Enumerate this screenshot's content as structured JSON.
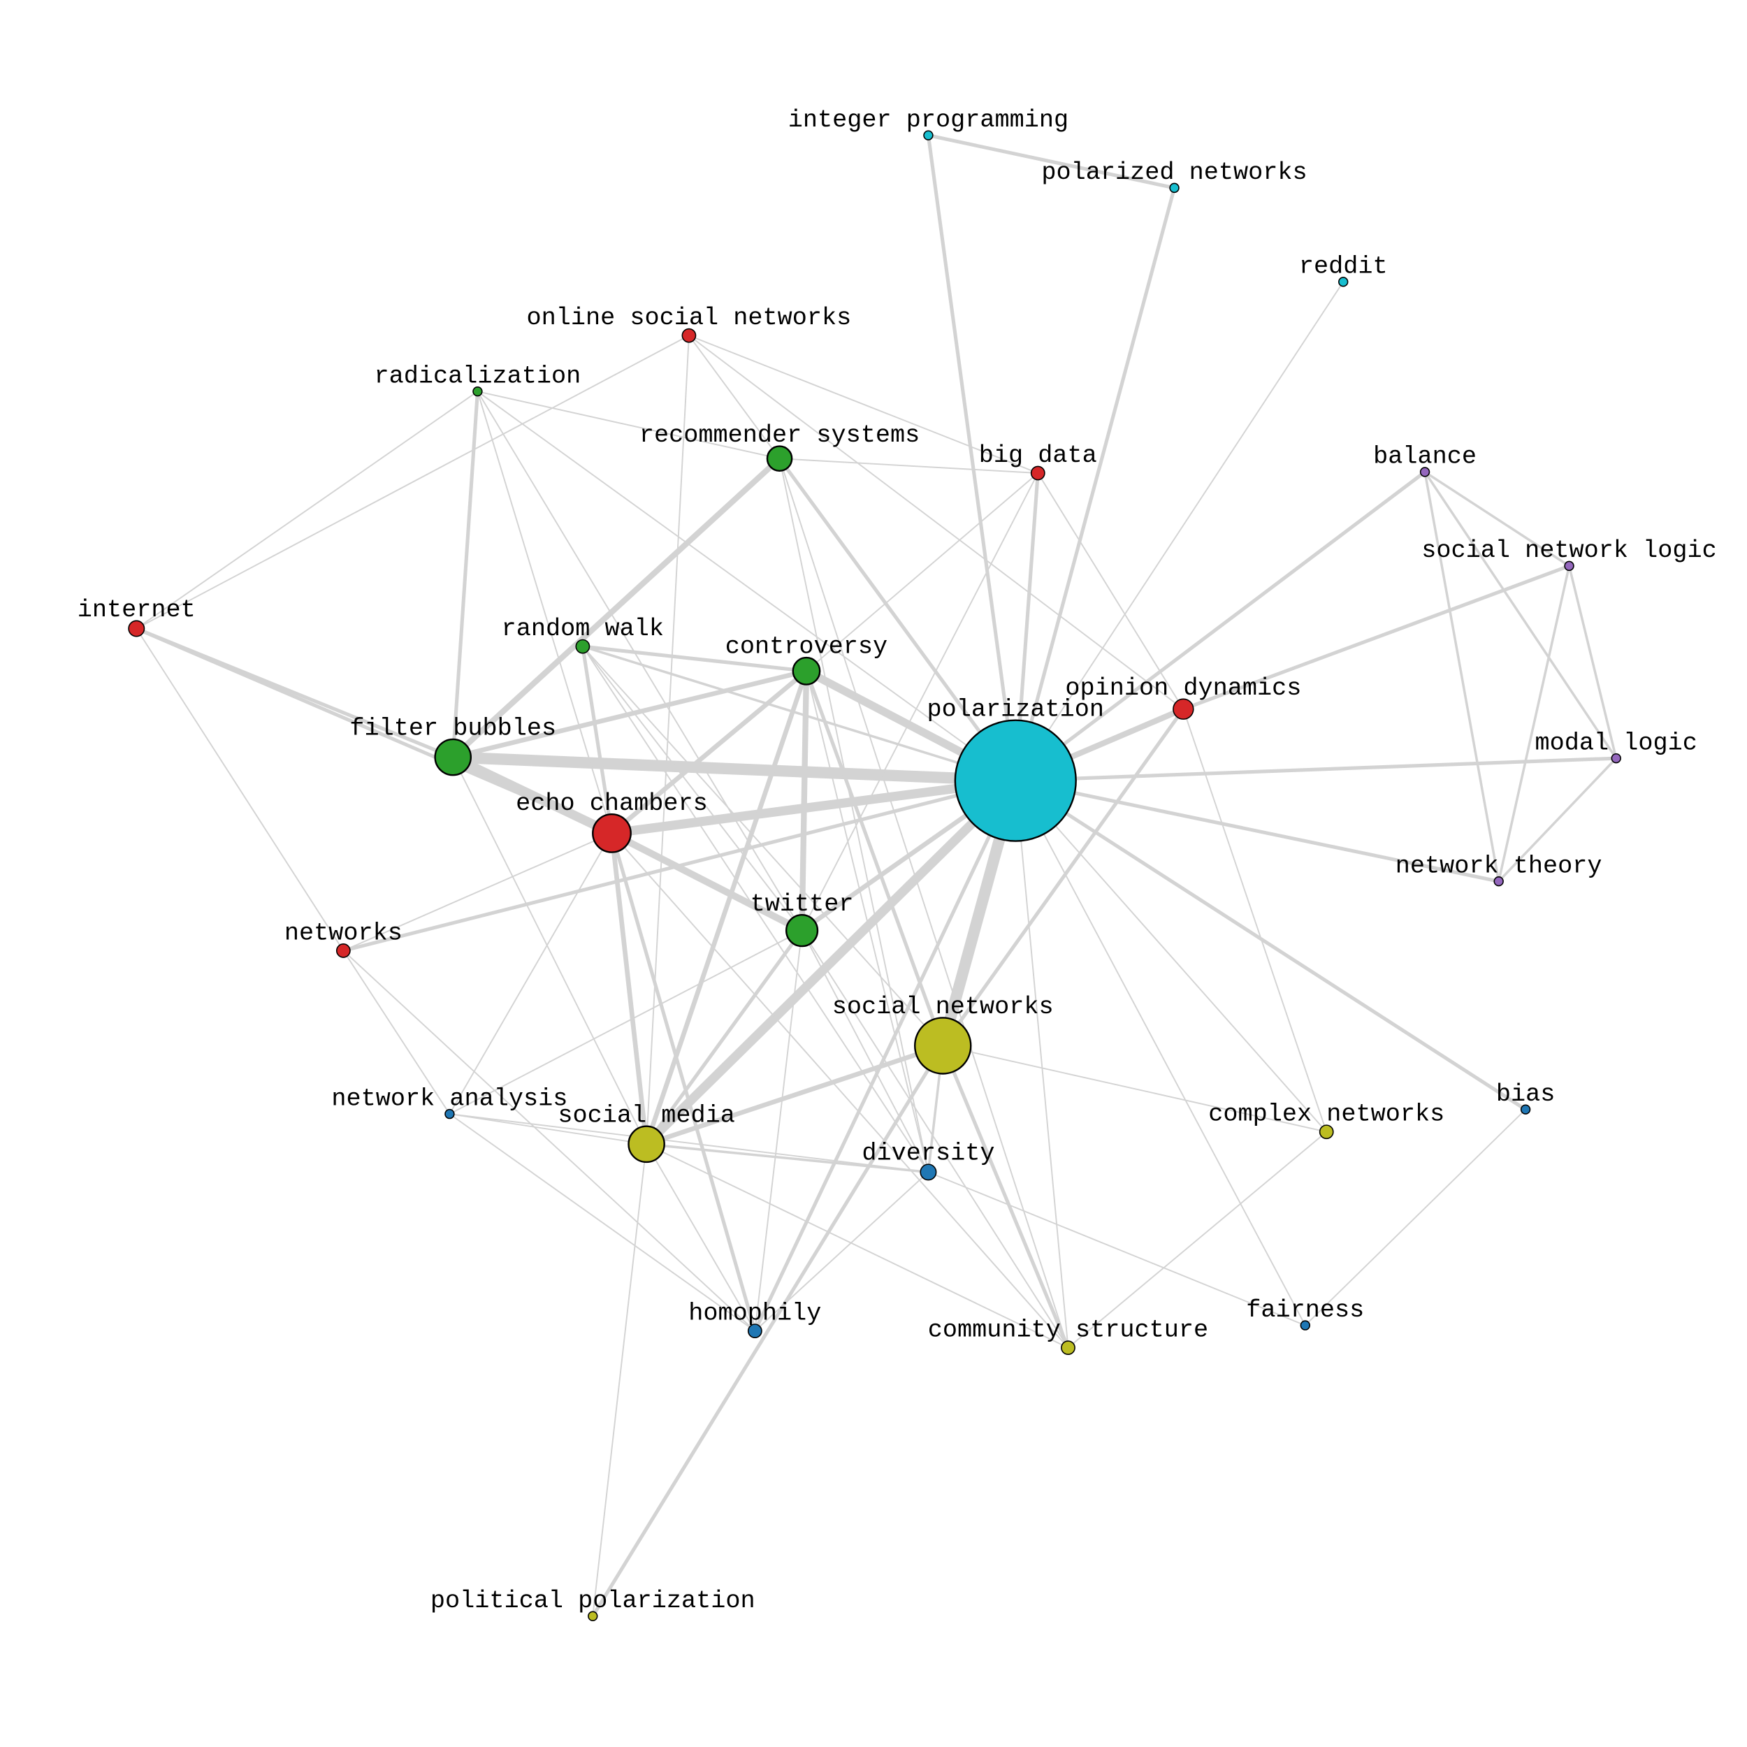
{
  "edge_color": "#d3d3d3",
  "node_stroke": "#000000",
  "communities": {
    "cyan": "#17becf",
    "olive": "#bcbd22",
    "red": "#d62728",
    "green": "#2ca02c",
    "purple": "#9467bd",
    "blue": "#1f77b4"
  },
  "nodes": [
    {
      "id": "polarization",
      "label": "polarization",
      "community": "cyan"
    },
    {
      "id": "social_networks",
      "label": "social networks",
      "community": "olive"
    },
    {
      "id": "echo_chambers",
      "label": "echo chambers",
      "community": "red"
    },
    {
      "id": "filter_bubbles",
      "label": "filter bubbles",
      "community": "green"
    },
    {
      "id": "social_media",
      "label": "social media",
      "community": "olive"
    },
    {
      "id": "twitter",
      "label": "twitter",
      "community": "green"
    },
    {
      "id": "controversy",
      "label": "controversy",
      "community": "green"
    },
    {
      "id": "recommender_systems",
      "label": "recommender systems",
      "community": "green"
    },
    {
      "id": "opinion_dynamics",
      "label": "opinion dynamics",
      "community": "red"
    },
    {
      "id": "internet",
      "label": "internet",
      "community": "red"
    },
    {
      "id": "networks",
      "label": "networks",
      "community": "red"
    },
    {
      "id": "online_social_networks",
      "label": "online social networks",
      "community": "red"
    },
    {
      "id": "big_data",
      "label": "big data",
      "community": "red"
    },
    {
      "id": "random_walk",
      "label": "random walk",
      "community": "green"
    },
    {
      "id": "radicalization",
      "label": "radicalization",
      "community": "green"
    },
    {
      "id": "integer_programming",
      "label": "integer programming",
      "community": "cyan"
    },
    {
      "id": "polarized_networks",
      "label": "polarized networks",
      "community": "cyan"
    },
    {
      "id": "reddit",
      "label": "reddit",
      "community": "cyan"
    },
    {
      "id": "balance",
      "label": "balance",
      "community": "purple"
    },
    {
      "id": "social_network_logic",
      "label": "social network logic",
      "community": "purple"
    },
    {
      "id": "modal_logic",
      "label": "modal logic",
      "community": "purple"
    },
    {
      "id": "network_theory",
      "label": "network theory",
      "community": "purple"
    },
    {
      "id": "bias",
      "label": "bias",
      "community": "blue"
    },
    {
      "id": "complex_networks",
      "label": "complex networks",
      "community": "olive"
    },
    {
      "id": "diversity",
      "label": "diversity",
      "community": "blue"
    },
    {
      "id": "network_analysis",
      "label": "network analysis",
      "community": "blue"
    },
    {
      "id": "homophily",
      "label": "homophily",
      "community": "blue"
    },
    {
      "id": "community_structure",
      "label": "community structure",
      "community": "olive"
    },
    {
      "id": "fairness",
      "label": "fairness",
      "community": "blue"
    },
    {
      "id": "political_polarization",
      "label": "political polarization",
      "community": "olive"
    }
  ],
  "edges": [
    [
      "polarization",
      "filter_bubbles",
      10
    ],
    [
      "polarization",
      "echo_chambers",
      8
    ],
    [
      "polarization",
      "social_networks",
      10
    ],
    [
      "polarization",
      "social_media",
      8
    ],
    [
      "polarization",
      "controversy",
      7
    ],
    [
      "polarization",
      "twitter",
      4
    ],
    [
      "filter_bubbles",
      "echo_chambers",
      8
    ],
    [
      "echo_chambers",
      "twitter",
      6
    ],
    [
      "recommender_systems",
      "filter_bubbles",
      5
    ],
    [
      "controversy",
      "twitter",
      5
    ],
    [
      "controversy",
      "filter_bubbles",
      4
    ],
    [
      "controversy",
      "echo_chambers",
      4
    ],
    [
      "controversy",
      "social_media",
      4
    ],
    [
      "echo_chambers",
      "social_media",
      4
    ],
    [
      "polarization",
      "opinion_dynamics",
      5
    ],
    [
      "polarization",
      "modal_logic",
      3
    ],
    [
      "polarization",
      "network_theory",
      3
    ],
    [
      "polarization",
      "bias",
      3
    ],
    [
      "polarization",
      "balance",
      3
    ],
    [
      "opinion_dynamics",
      "social_network_logic",
      3
    ],
    [
      "polarization",
      "integer_programming",
      3
    ],
    [
      "polarization",
      "polarized_networks",
      3
    ],
    [
      "integer_programming",
      "polarized_networks",
      3
    ],
    [
      "polarization",
      "big_data",
      3
    ],
    [
      "polarization",
      "recommender_systems",
      3
    ],
    [
      "internet",
      "filter_bubbles",
      3
    ],
    [
      "internet",
      "echo_chambers",
      3
    ],
    [
      "radicalization",
      "filter_bubbles",
      3
    ],
    [
      "random_walk",
      "controversy",
      3
    ],
    [
      "random_walk",
      "echo_chambers",
      3
    ],
    [
      "random_walk",
      "polarization",
      2
    ],
    [
      "social_networks",
      "social_media",
      4
    ],
    [
      "twitter",
      "social_media",
      3
    ],
    [
      "social_networks",
      "community_structure",
      3
    ],
    [
      "social_networks",
      "diversity",
      2
    ],
    [
      "social_networks",
      "political_polarization",
      3
    ],
    [
      "echo_chambers",
      "homophily",
      3
    ],
    [
      "polarization",
      "networks",
      3
    ],
    [
      "social_media",
      "diversity",
      2
    ],
    [
      "opinion_dynamics",
      "social_networks",
      3
    ],
    [
      "controversy",
      "social_networks",
      3
    ],
    [
      "polarization",
      "homophily",
      3
    ],
    [
      "balance",
      "social_network_logic",
      2
    ],
    [
      "balance",
      "modal_logic",
      2
    ],
    [
      "balance",
      "network_theory",
      2
    ],
    [
      "social_network_logic",
      "modal_logic",
      2
    ],
    [
      "social_network_logic",
      "network_theory",
      2
    ],
    [
      "modal_logic",
      "network_theory",
      2
    ],
    [
      "radicalization",
      "internet",
      1
    ],
    [
      "online_social_networks",
      "internet",
      1
    ],
    [
      "radicalization",
      "recommender_systems",
      1
    ],
    [
      "radicalization",
      "twitter",
      1
    ],
    [
      "radicalization",
      "echo_chambers",
      1
    ],
    [
      "radicalization",
      "polarization",
      1
    ],
    [
      "online_social_networks",
      "recommender_systems",
      1
    ],
    [
      "online_social_networks",
      "opinion_dynamics",
      1
    ],
    [
      "online_social_networks",
      "big_data",
      1
    ],
    [
      "online_social_networks",
      "social_media",
      1
    ],
    [
      "recommender_systems",
      "big_data",
      1
    ],
    [
      "recommender_systems",
      "diversity",
      1
    ],
    [
      "recommender_systems",
      "community_structure",
      1
    ],
    [
      "big_data",
      "controversy",
      1
    ],
    [
      "big_data",
      "twitter",
      1
    ],
    [
      "big_data",
      "opinion_dynamics",
      1
    ],
    [
      "reddit",
      "polarization",
      1
    ],
    [
      "internet",
      "networks",
      1
    ],
    [
      "networks",
      "echo_chambers",
      1
    ],
    [
      "networks",
      "homophily",
      1
    ],
    [
      "networks",
      "network_analysis",
      1
    ],
    [
      "network_analysis",
      "social_media",
      1
    ],
    [
      "network_analysis",
      "diversity",
      1
    ],
    [
      "network_analysis",
      "homophily",
      1
    ],
    [
      "network_analysis",
      "echo_chambers",
      1
    ],
    [
      "network_analysis",
      "twitter",
      1
    ],
    [
      "social_media",
      "homophily",
      1
    ],
    [
      "social_media",
      "community_structure",
      1
    ],
    [
      "social_media",
      "political_polarization",
      1
    ],
    [
      "diversity",
      "homophily",
      1
    ],
    [
      "diversity",
      "fairness",
      1
    ],
    [
      "filter_bubbles",
      "social_media",
      1
    ],
    [
      "random_walk",
      "twitter",
      1
    ],
    [
      "random_walk",
      "social_networks",
      1
    ],
    [
      "random_walk",
      "diversity",
      1
    ],
    [
      "twitter",
      "homophily",
      1
    ],
    [
      "twitter",
      "community_structure",
      1
    ],
    [
      "twitter",
      "diversity",
      1
    ],
    [
      "polarization",
      "complex_networks",
      1
    ],
    [
      "polarization",
      "fairness",
      1
    ],
    [
      "polarization",
      "community_structure",
      1
    ],
    [
      "complex_networks",
      "community_structure",
      1
    ],
    [
      "complex_networks",
      "opinion_dynamics",
      1
    ],
    [
      "complex_networks",
      "social_networks",
      1
    ],
    [
      "bias",
      "fairness",
      1
    ],
    [
      "controversy",
      "diversity",
      1
    ],
    [
      "echo_chambers",
      "community_structure",
      1
    ]
  ]
}
